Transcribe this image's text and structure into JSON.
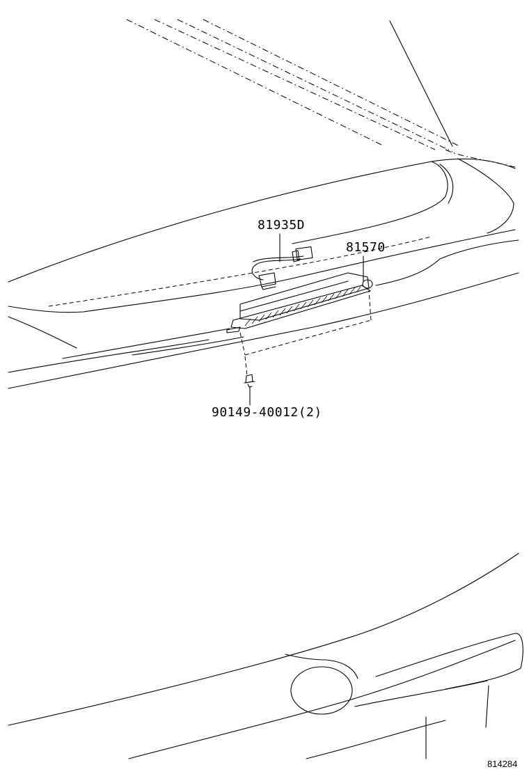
{
  "parts": [
    {
      "number": "81935D"
    },
    {
      "number": "81570"
    },
    {
      "number": "90149-40012(2)"
    }
  ],
  "illustration_code": "814284"
}
